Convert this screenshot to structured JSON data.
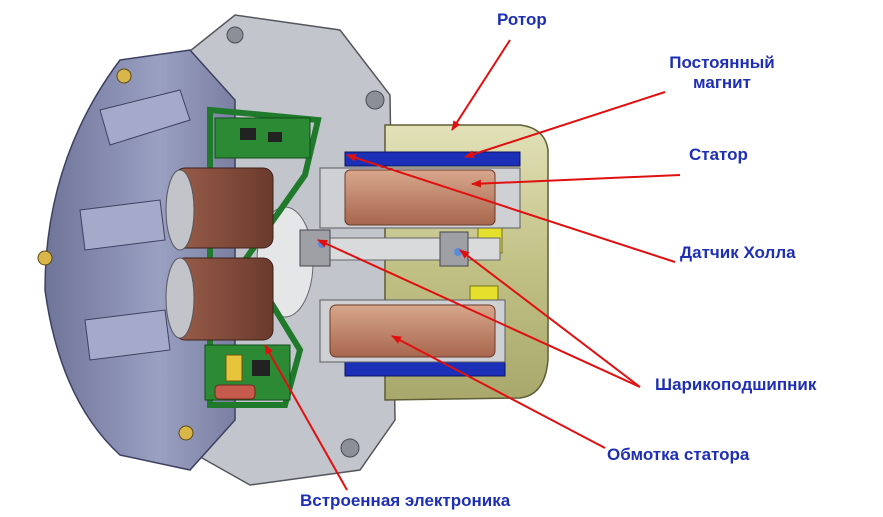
{
  "labels": {
    "rotor": "Ротор",
    "magnet_line1": "Постоянный",
    "magnet_line2": "магнит",
    "stator": "Статор",
    "hall_sensor": "Датчик Холла",
    "bearing": "Шарикоподшипник",
    "stator_winding": "Обмотка статора",
    "electronics": "Встроенная электроника"
  },
  "colors": {
    "label_text": "#1f2fb4",
    "pointer_arrow": "#e01010",
    "housing": "#8d93b7",
    "flange": "#b9bcc4",
    "rotor_cup": "#c9c893",
    "magnet": "#1b2fb8",
    "winding": "#a8664e",
    "pcb": "#1f7a2b",
    "inductor": "#7a4535"
  }
}
